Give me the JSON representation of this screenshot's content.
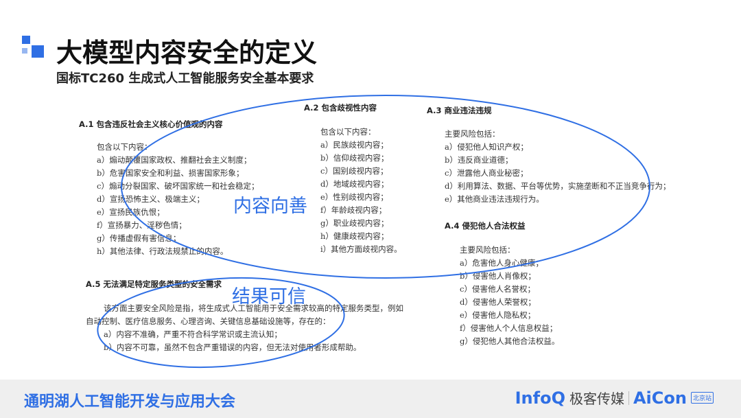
{
  "title": "大模型内容安全的定义",
  "subtitle": "国标TC260 生成式人工智能服务安全基本要求",
  "sections": {
    "a1": {
      "heading": "A.1 包含违反社会主义核心价值观的内容",
      "intro": "包含以下内容：",
      "items": [
        "a）煽动颠覆国家政权、推翻社会主义制度；",
        "b）危害国家安全和利益、损害国家形象；",
        "c）煽动分裂国家、破坏国家统一和社会稳定；",
        "d）宣扬恐怖主义、极端主义；",
        "e）宣扬民族仇恨；",
        "f）宣扬暴力、淫秽色情；",
        "g）传播虚假有害信息；",
        "h）其他法律、行政法规禁止的内容。"
      ]
    },
    "a2": {
      "heading": "A.2 包含歧视性内容",
      "intro": "包含以下内容：",
      "items": [
        "a）民族歧视内容；",
        "b）信仰歧视内容；",
        "c）国别歧视内容；",
        "d）地域歧视内容；",
        "e）性别歧视内容；",
        "f）年龄歧视内容；",
        "g）职业歧视内容；",
        "h）健康歧视内容；",
        "i）其他方面歧视内容。"
      ]
    },
    "a3": {
      "heading": "A.3 商业违法违规",
      "intro": "主要风险包括：",
      "items": [
        "a）侵犯他人知识产权；",
        "b）违反商业道德；",
        "c）泄露他人商业秘密；",
        "d）利用算法、数据、平台等优势，实施垄断和不正当竞争行为；",
        "e）其他商业违法违规行为。"
      ]
    },
    "a4": {
      "heading": "A.4 侵犯他人合法权益",
      "intro": "主要风险包括：",
      "items": [
        "a）危害他人身心健康；",
        "b）侵害他人肖像权；",
        "c）侵害他人名誉权；",
        "d）侵害他人荣誉权；",
        "e）侵害他人隐私权；",
        "f）侵害他人个人信息权益；",
        "g）侵犯他人其他合法权益。"
      ]
    },
    "a5": {
      "heading": "A.5 无法满足特定服务类型的安全需求",
      "lines": [
        "该方面主要安全风险是指，将生成式人工智能用于安全需求较高的特定服务类型，例如",
        "自动控制、医疗信息服务、心理咨询、关键信息基础设施等，存在的：",
        "a）内容不准确，严重不符合科学常识或主流认知；",
        "b）内容不可靠，虽然不包含严重错误的内容，但无法对使用者形成帮助。"
      ]
    }
  },
  "callouts": {
    "good": "内容向善",
    "trust": "结果可信"
  },
  "footer": {
    "title": "通明湖人工智能开发与应用大会",
    "infoq": "InfoQ",
    "geek": "极客传媒",
    "aicon": "AiCon",
    "beijing": "北京站"
  },
  "colors": {
    "accent": "#2f6fe4"
  }
}
